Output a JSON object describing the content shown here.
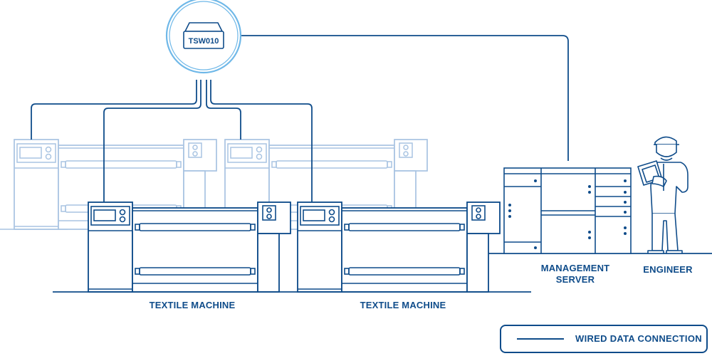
{
  "switch": {
    "label": "TSW010"
  },
  "labels": {
    "textile_machine_1": "TEXTILE MACHINE",
    "textile_machine_2": "TEXTILE MACHINE",
    "management_server": "MANAGEMENT\nSERVER",
    "engineer": "ENGINEER"
  },
  "legend": {
    "wired": "WIRED DATA CONNECTION"
  },
  "colors": {
    "primary": "#0f4c8a",
    "faded": "#a9c4e2",
    "switch_ring": "#6fb8e8"
  }
}
